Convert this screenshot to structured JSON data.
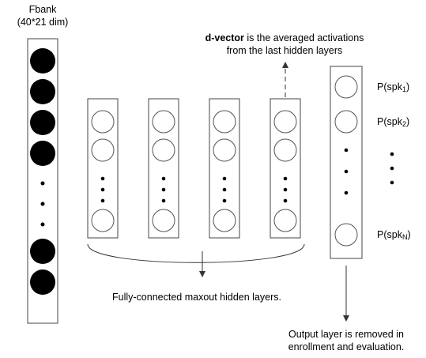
{
  "input": {
    "title_line1": "Fbank",
    "title_line2": "(40*21 dim)"
  },
  "dvector": {
    "bold_term": "d-vector",
    "rest_line1": " is the averaged activations",
    "line2": "from the last hidden layers"
  },
  "outputs": [
    {
      "prefix": "P(spk",
      "sub": "1",
      "suffix": ")"
    },
    {
      "prefix": "P(spk",
      "sub": "2",
      "suffix": ")"
    },
    {
      "prefix": "P(spk",
      "sub": "N",
      "suffix": ")"
    }
  ],
  "hidden_caption": "Fully-connected maxout hidden layers.",
  "output_caption_line1": "Output layer is removed in",
  "output_caption_line2": "enrollment and evaluation."
}
